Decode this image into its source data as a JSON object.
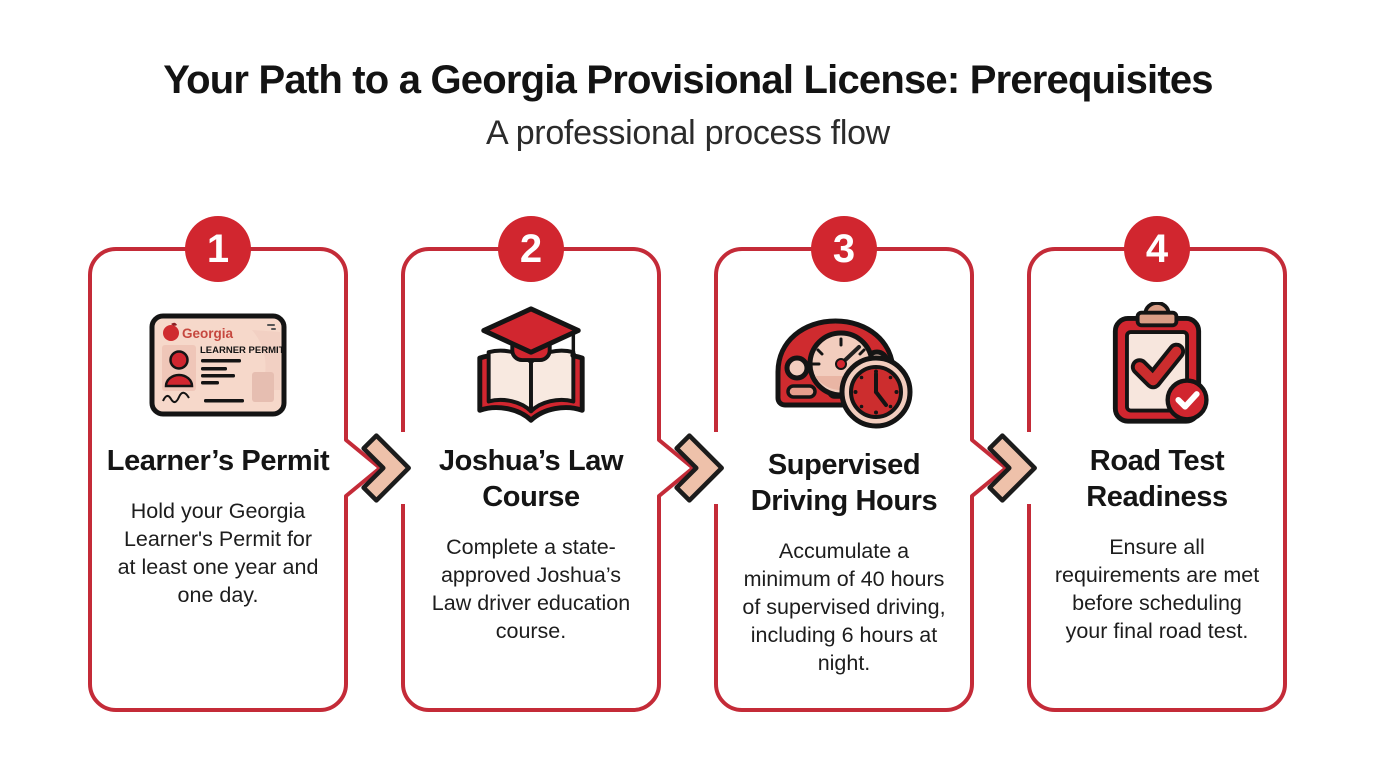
{
  "header": {
    "title": "Your Path to a Georgia Provisional License: Prerequisites",
    "subtitle": "A professional process flow"
  },
  "steps": [
    {
      "number": "1",
      "title": "Learner’s Permit",
      "description": "Hold your Georgia Learner's Permit for at least one year and one day.",
      "icon": "learner-permit-card-icon"
    },
    {
      "number": "2",
      "title": "Joshua’s Law Course",
      "description": "Complete a state-approved Joshua’s Law driver education course.",
      "icon": "graduation-cap-book-icon"
    },
    {
      "number": "3",
      "title": "Supervised Driving Hours",
      "description": "Accumulate a minimum of 40 hours of supervised driving, including 6 hours at night.",
      "icon": "speedometer-clock-icon"
    },
    {
      "number": "4",
      "title": "Road Test Readiness",
      "description": "Ensure all requirements are met before scheduling your final road test.",
      "icon": "clipboard-check-icon"
    }
  ],
  "permit_card": {
    "brand": "Georgia",
    "label": "LEARNER PERMIT"
  },
  "colors": {
    "accent_red": "#d1262f",
    "card_border_red": "#c42b38",
    "arrow_fill": "#eec1aa",
    "arrow_outline": "#1c1c1c",
    "icon_light_pink": "#f6d8ca",
    "text_dark": "#1a1a1a"
  }
}
